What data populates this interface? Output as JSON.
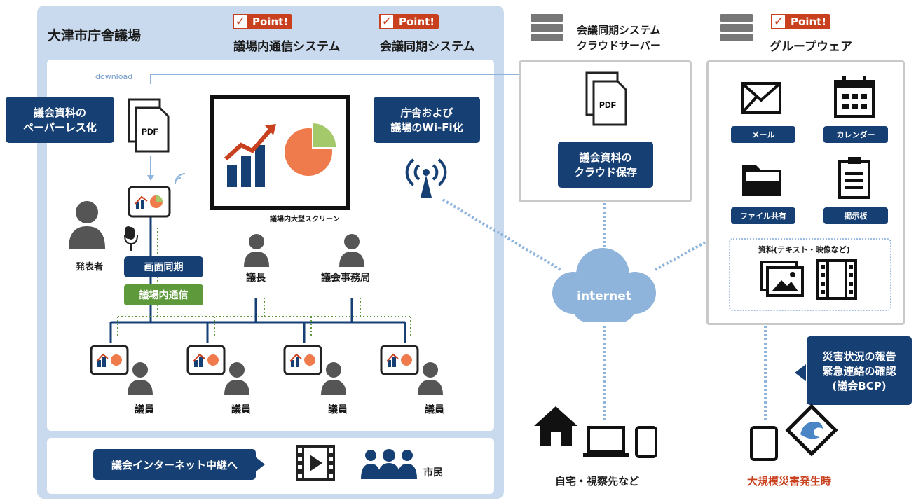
{
  "venue_title": "大津市庁舎議場",
  "point_label": "Point!",
  "points": {
    "left": "議場内通信システム",
    "middle": "会議同期システム",
    "server_title_1": "会議同期システム",
    "server_title_2": "クラウドサーバー",
    "groupware": "グループウェア"
  },
  "download": "download",
  "paperless": [
    "議会資料の",
    "ペーパーレス化"
  ],
  "pdf": "PDF",
  "wifi": [
    "庁舎および",
    "議場のWi-Fi化"
  ],
  "big_screen": "議場内大型スクリーン",
  "presenter": "発表者",
  "screen_sync": "画面同期",
  "hall_comm": "議場内通信",
  "chair": "議長",
  "secretariat": "議会事務局",
  "member": "議員",
  "broadcast": "議会インターネット中継へ",
  "citizens": "市民",
  "cloud_storage": [
    "議会資料の",
    "クラウド保存"
  ],
  "internet": "internet",
  "home": "自宅・視察先など",
  "mail": "メール",
  "calendar": "カレンダー",
  "file_share": "ファイル共有",
  "board": "掲示板",
  "materials": "資料(テキスト・映像など)",
  "disaster_msg": [
    "災害状況の報告",
    "緊急連絡の確認",
    "(議会BCP)"
  ],
  "disaster": "大規模災害発生時",
  "colors": {
    "navy": "#163f73",
    "green": "#5e9a3c",
    "red": "#c8401e",
    "panel": "#c9daee",
    "chart_orange": "#ef7b4d"
  }
}
